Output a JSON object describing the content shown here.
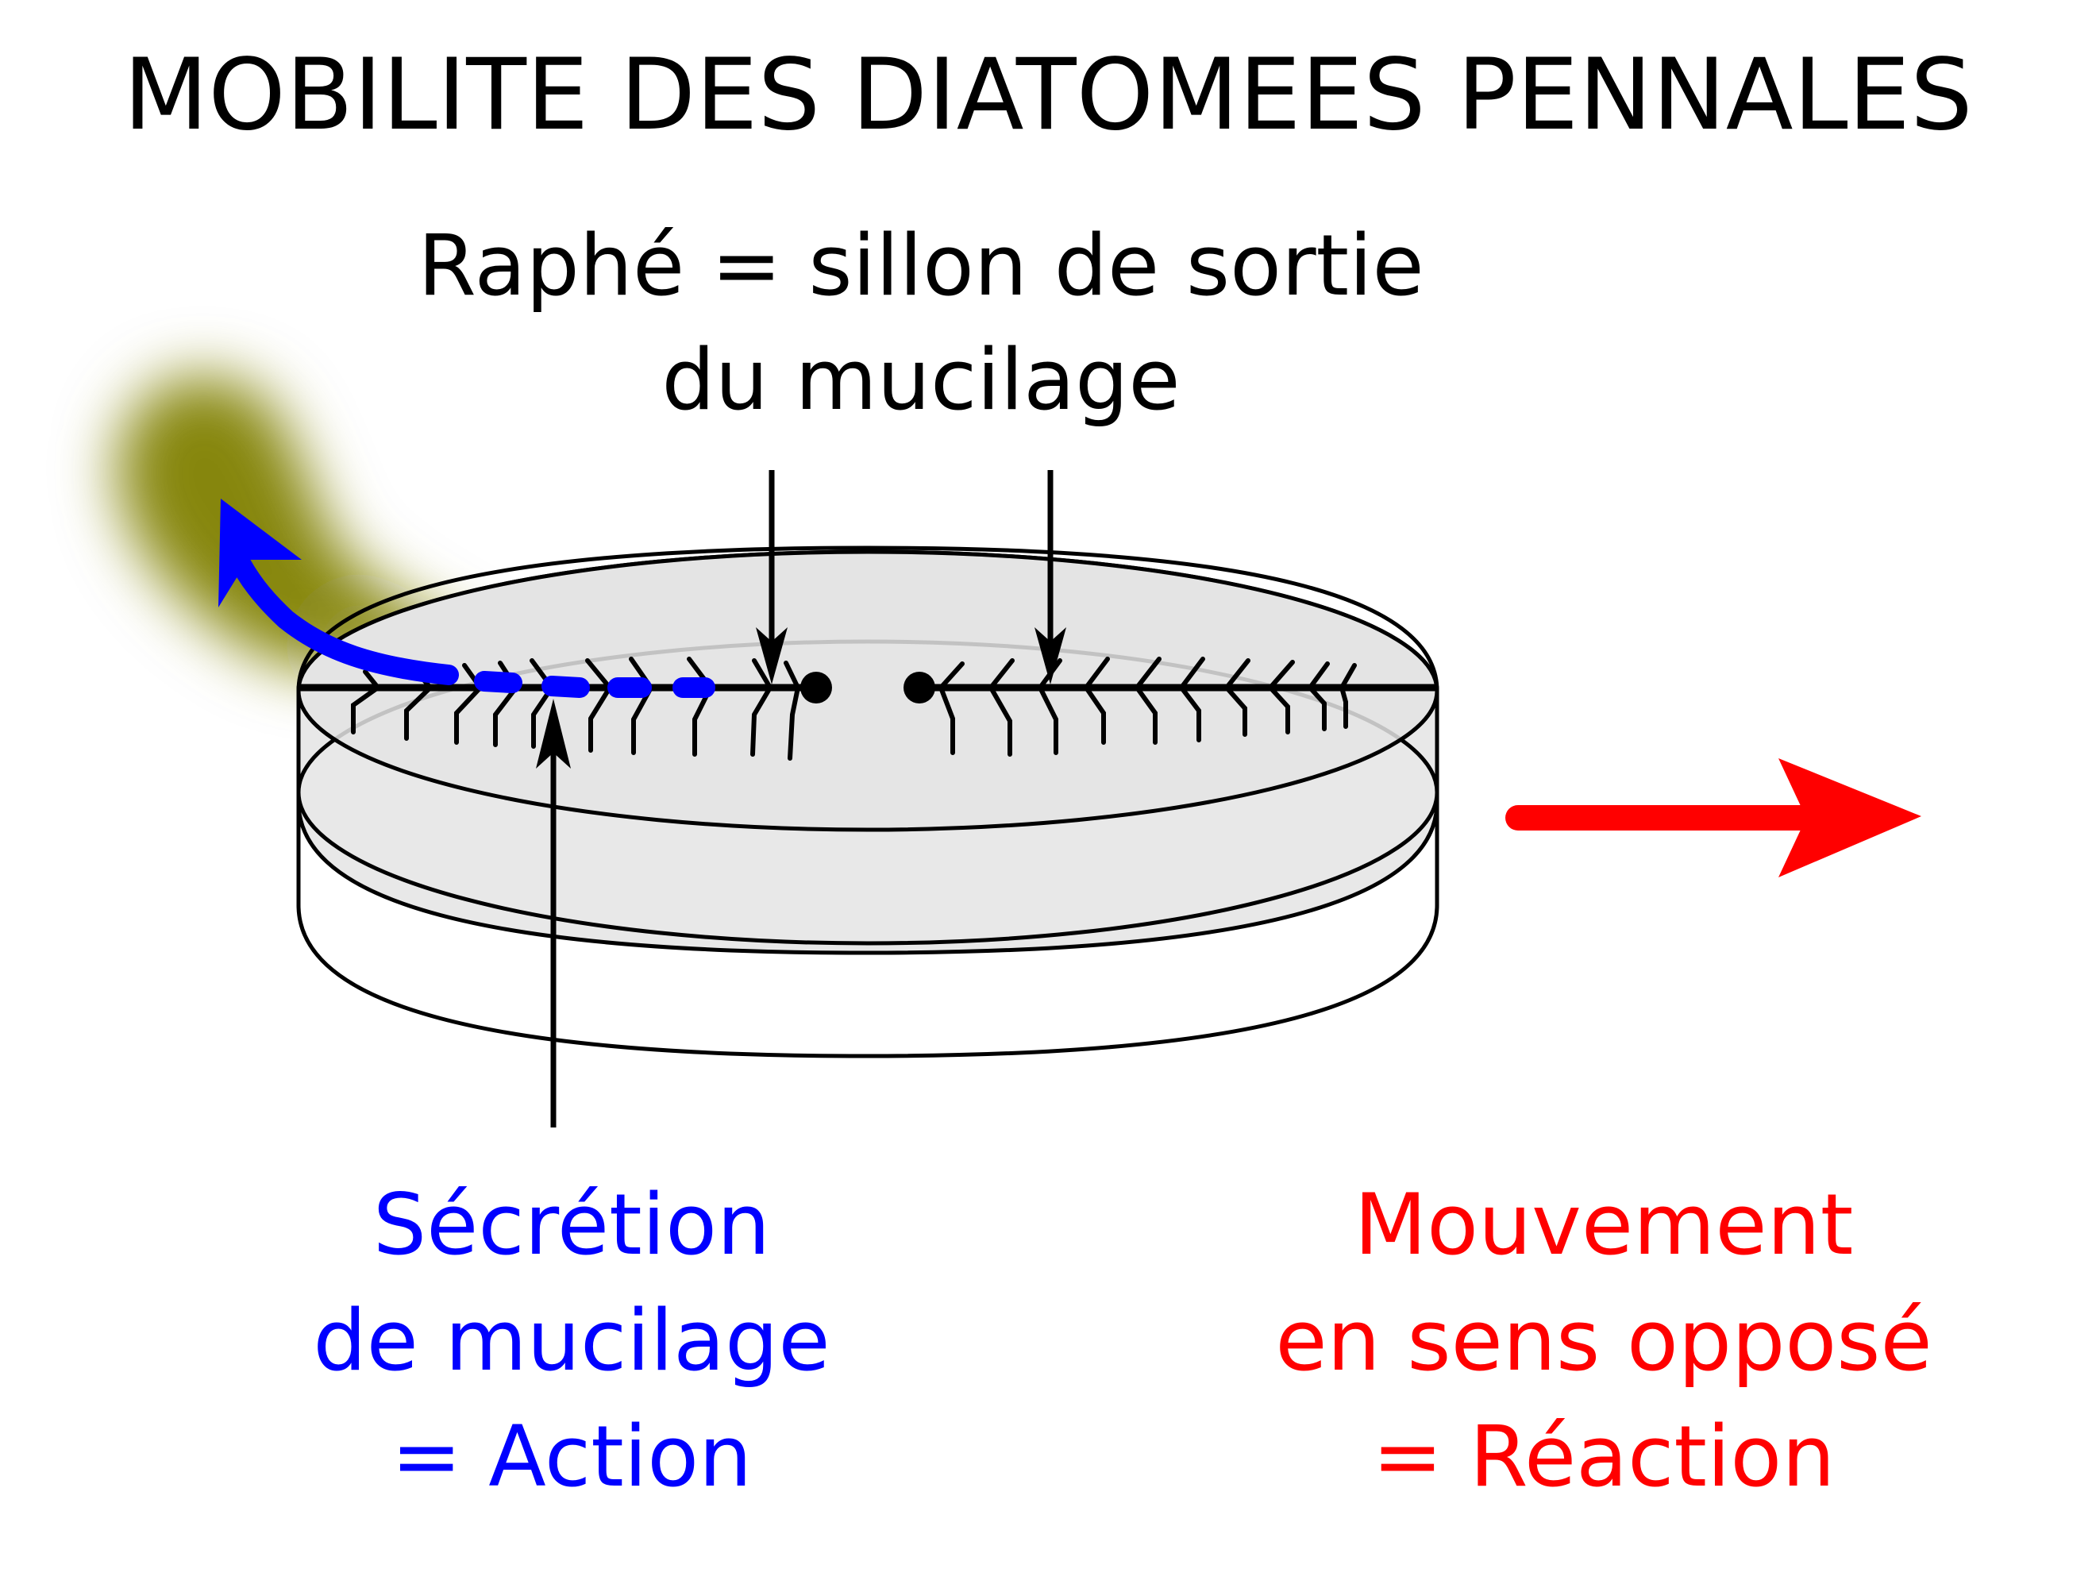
{
  "title": "MOBILITE DES DIATOMEES PENNALES",
  "raphe_label": {
    "line1": "Raphé = sillon de sortie",
    "line2": "du mucilage"
  },
  "secretion_label": {
    "line1": "Sécrétion",
    "line2": "de mucilage",
    "line3": "= Action"
  },
  "movement_label": {
    "line1": "Mouvement",
    "line2": "en sens opposé",
    "line3": "= Réaction"
  },
  "colors": {
    "text": "#000000",
    "action": "#0000ff",
    "reaction": "#ff0000",
    "mucilage": "#808000",
    "valve_fill": "#e8e8e8"
  }
}
